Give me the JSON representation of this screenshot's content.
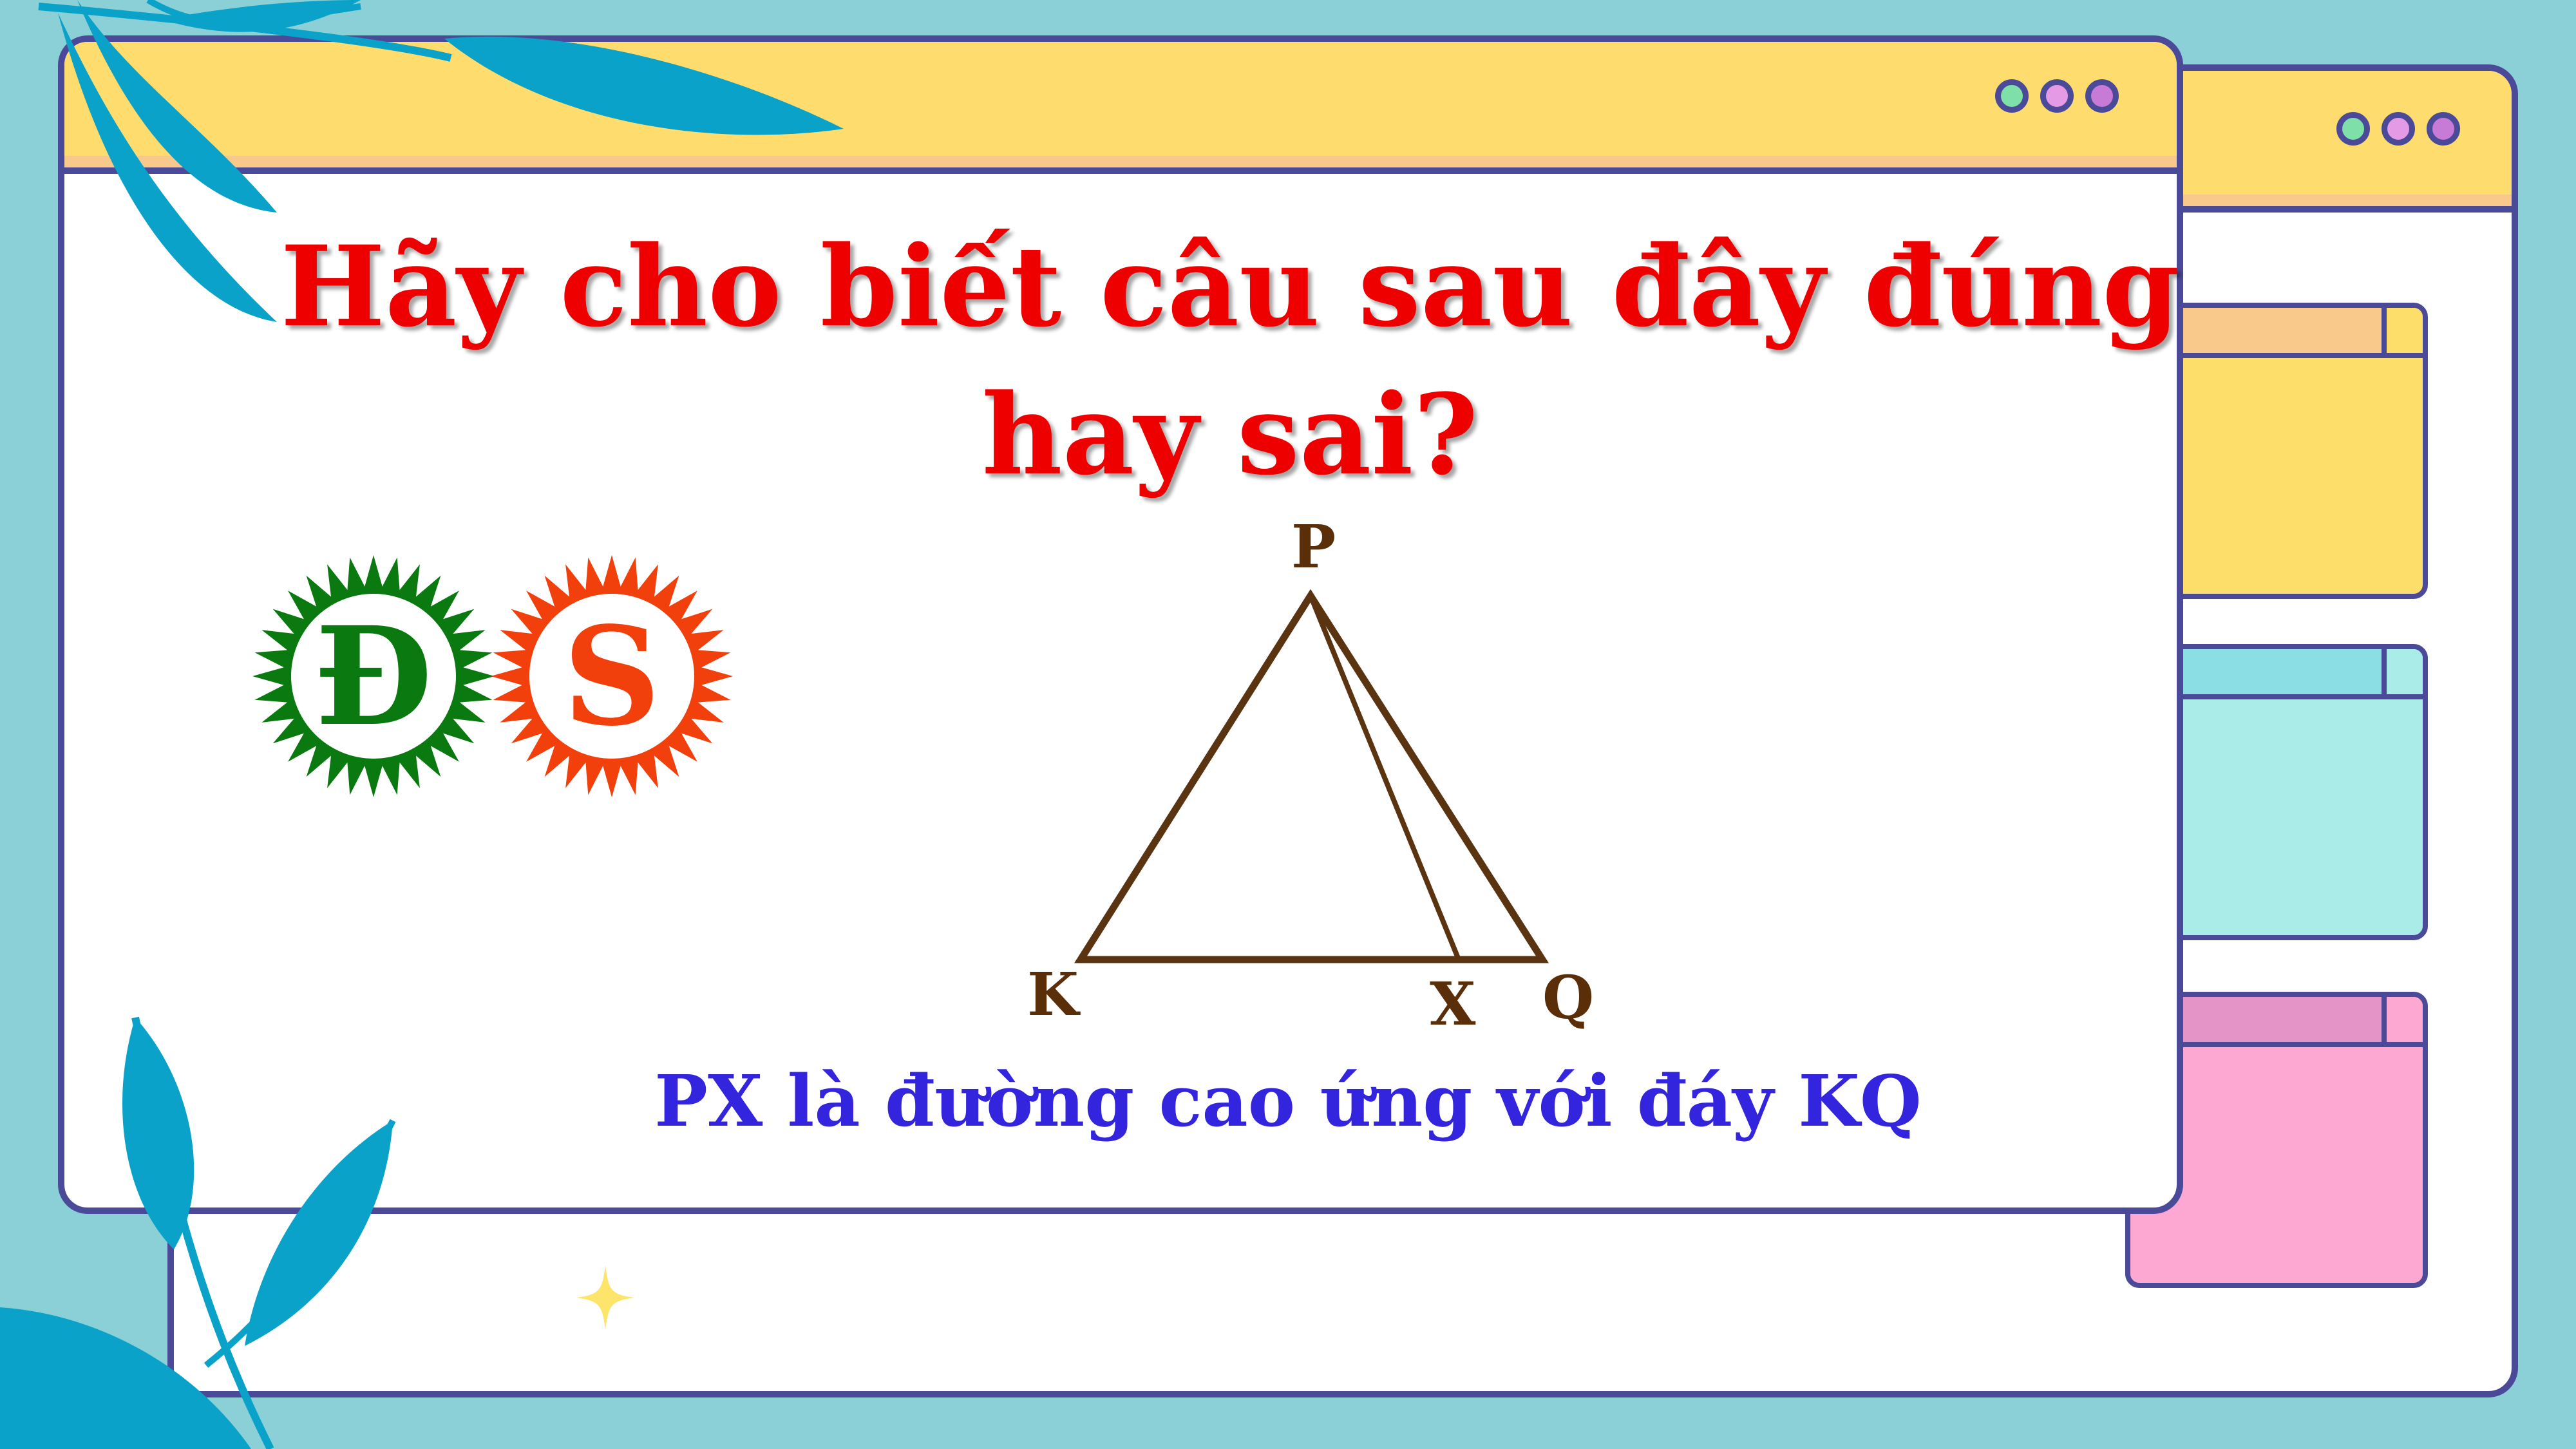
{
  "slide": {
    "question": "Hãy cho biết câu sau đây đúng hay sai?",
    "statement": "PX là đường cao ứng với đáy KQ"
  },
  "answers": [
    {
      "label": "Đ",
      "color": "#0a7a10"
    },
    {
      "label": "S",
      "color": "#f2400d"
    }
  ],
  "figure": {
    "vertices": {
      "top": "P",
      "left": "K",
      "right": "Q",
      "foot": "X"
    },
    "stroke_color": "#5a3410"
  },
  "window_dot_colors": [
    "#7ee0a8",
    "#e49ae4",
    "#c77ad6"
  ],
  "panel_colors": [
    "#fede6b",
    "#a9ece8",
    "#fda8d3"
  ]
}
